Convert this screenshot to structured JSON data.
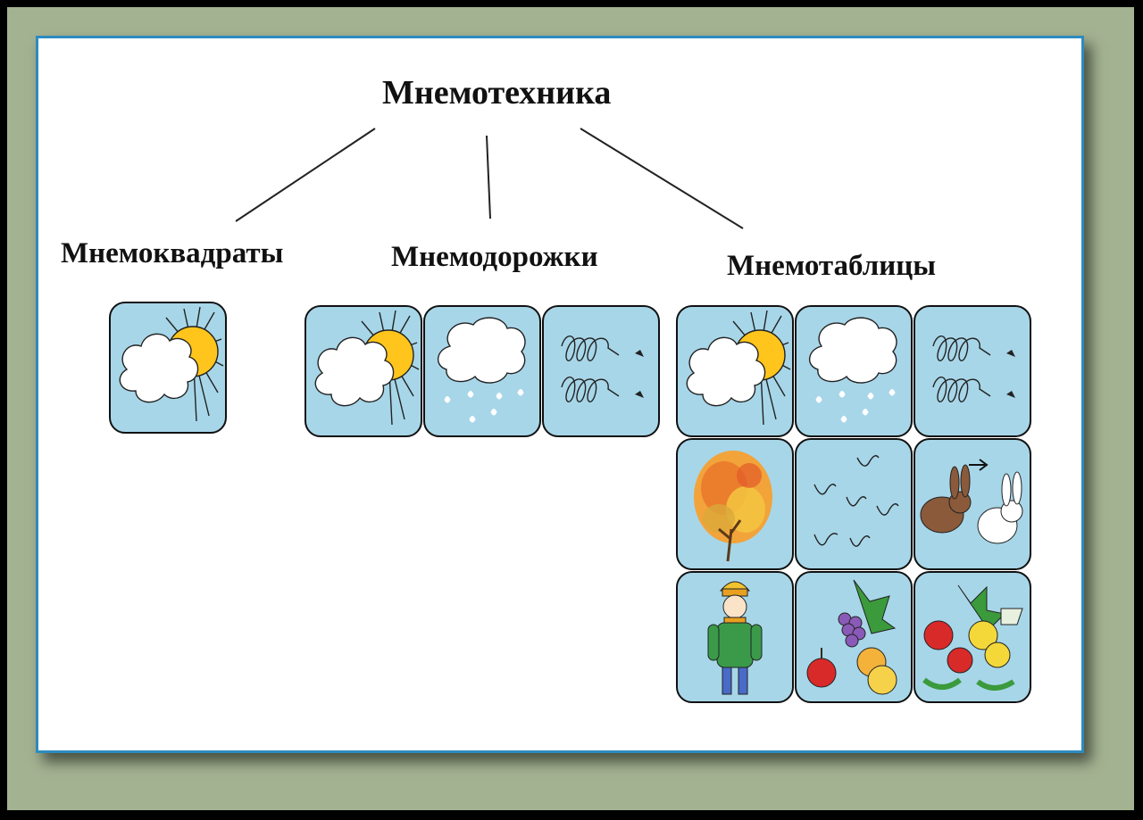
{
  "diagram": {
    "root": {
      "label": "Мнемотехника"
    },
    "branches": [
      {
        "id": "squares",
        "label": "Мнемоквадраты",
        "tiles": [
          "sun-cloud"
        ]
      },
      {
        "id": "tracks",
        "label": "Мнемодорожки",
        "tiles": [
          "sun-cloud",
          "rain-cloud",
          "wind"
        ]
      },
      {
        "id": "tables",
        "label": "Мнемотаблицы",
        "tiles": [
          "sun-cloud",
          "rain-cloud",
          "wind",
          "autumn-tree",
          "birds",
          "hare-change",
          "child-warm-clothes",
          "fruits",
          "vegetables"
        ]
      }
    ]
  },
  "colors": {
    "tile": "#a7d6e8",
    "sun": "#ffc51c",
    "frame": "#2d8bbf",
    "backdrop": "#a3b291"
  }
}
